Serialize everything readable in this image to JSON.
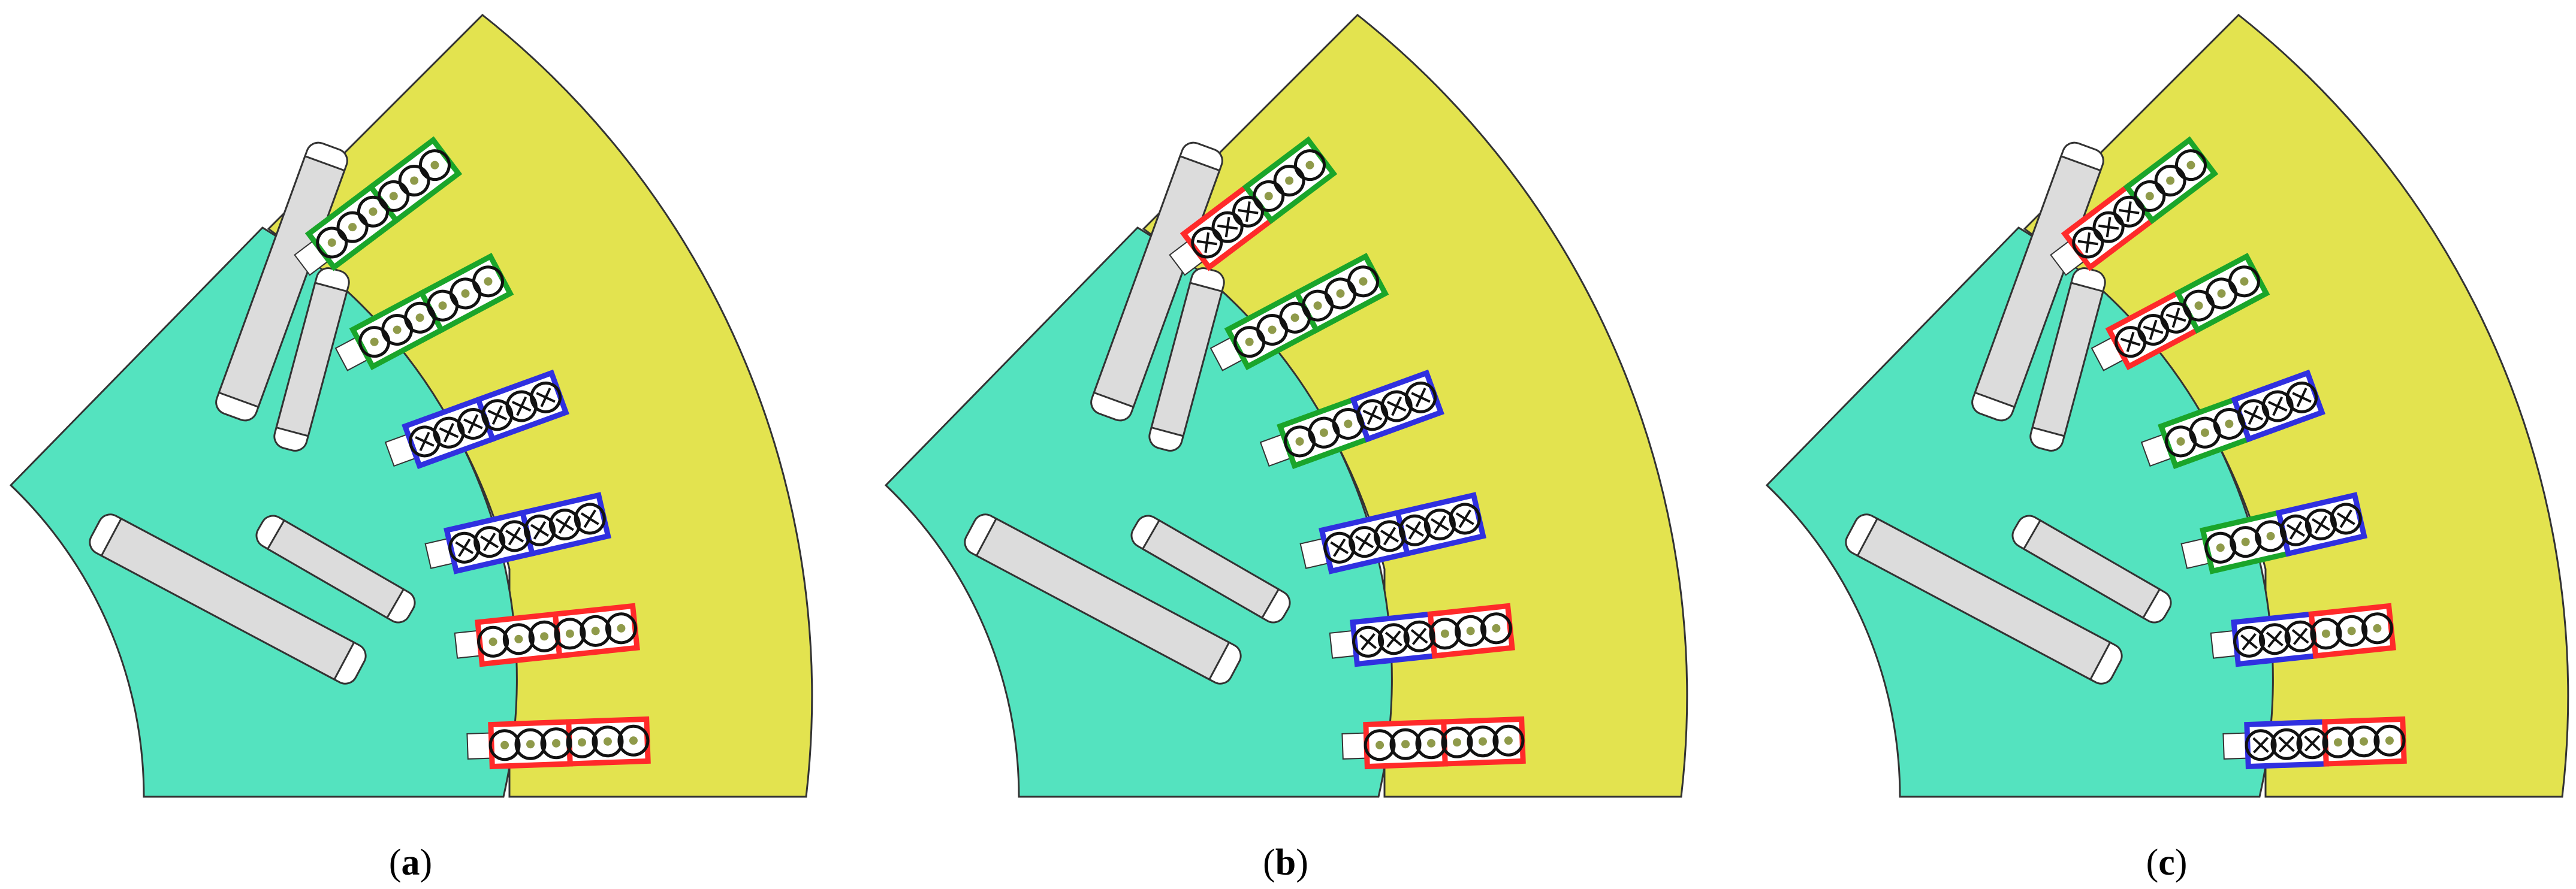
{
  "panels": [
    {
      "id": "a",
      "caption_letter": "a",
      "slots": [
        {
          "halves": [
            "green",
            "green"
          ],
          "marks": [
            "dot",
            "dot",
            "dot",
            "dot",
            "dot",
            "dot"
          ]
        },
        {
          "halves": [
            "green",
            "green"
          ],
          "marks": [
            "dot",
            "dot",
            "dot",
            "dot",
            "dot",
            "dot"
          ]
        },
        {
          "halves": [
            "blue",
            "blue"
          ],
          "marks": [
            "x",
            "x",
            "x",
            "x",
            "x",
            "x"
          ]
        },
        {
          "halves": [
            "blue",
            "blue"
          ],
          "marks": [
            "x",
            "x",
            "x",
            "x",
            "x",
            "x"
          ]
        },
        {
          "halves": [
            "red",
            "red"
          ],
          "marks": [
            "dot",
            "dot",
            "dot",
            "dot",
            "dot",
            "dot"
          ]
        },
        {
          "halves": [
            "red",
            "red"
          ],
          "marks": [
            "dot",
            "dot",
            "dot",
            "dot",
            "dot",
            "dot"
          ]
        }
      ]
    },
    {
      "id": "b",
      "caption_letter": "b",
      "slots": [
        {
          "halves": [
            "red",
            "green"
          ],
          "marks": [
            "x",
            "x",
            "x",
            "dot",
            "dot",
            "dot"
          ]
        },
        {
          "halves": [
            "green",
            "green"
          ],
          "marks": [
            "dot",
            "dot",
            "dot",
            "dot",
            "dot",
            "dot"
          ]
        },
        {
          "halves": [
            "green",
            "blue"
          ],
          "marks": [
            "dot",
            "dot",
            "dot",
            "x",
            "x",
            "x"
          ]
        },
        {
          "halves": [
            "blue",
            "blue"
          ],
          "marks": [
            "x",
            "x",
            "x",
            "x",
            "x",
            "x"
          ]
        },
        {
          "halves": [
            "blue",
            "red"
          ],
          "marks": [
            "x",
            "x",
            "x",
            "dot",
            "dot",
            "dot"
          ]
        },
        {
          "halves": [
            "red",
            "red"
          ],
          "marks": [
            "dot",
            "dot",
            "dot",
            "dot",
            "dot",
            "dot"
          ]
        }
      ]
    },
    {
      "id": "c",
      "caption_letter": "c",
      "slots": [
        {
          "halves": [
            "red",
            "green"
          ],
          "marks": [
            "x",
            "x",
            "x",
            "dot",
            "dot",
            "dot"
          ]
        },
        {
          "halves": [
            "red",
            "green"
          ],
          "marks": [
            "x",
            "x",
            "x",
            "dot",
            "dot",
            "dot"
          ]
        },
        {
          "halves": [
            "green",
            "blue"
          ],
          "marks": [
            "dot",
            "dot",
            "dot",
            "x",
            "x",
            "x"
          ]
        },
        {
          "halves": [
            "green",
            "blue"
          ],
          "marks": [
            "dot",
            "dot",
            "dot",
            "x",
            "x",
            "x"
          ]
        },
        {
          "halves": [
            "blue",
            "red"
          ],
          "marks": [
            "x",
            "x",
            "x",
            "dot",
            "dot",
            "dot"
          ]
        },
        {
          "halves": [
            "blue",
            "red"
          ],
          "marks": [
            "x",
            "x",
            "x",
            "dot",
            "dot",
            "dot"
          ]
        }
      ]
    }
  ],
  "colors": {
    "stator": "#e3e34f",
    "rotor": "#54e3bf",
    "magnet": "#dcdcdc",
    "outline": "#333333",
    "red": "#ff2a2a",
    "green": "#1aa52a",
    "blue": "#3030e0",
    "conductor_ring": "#111111",
    "dot": "#8f9a4a"
  }
}
